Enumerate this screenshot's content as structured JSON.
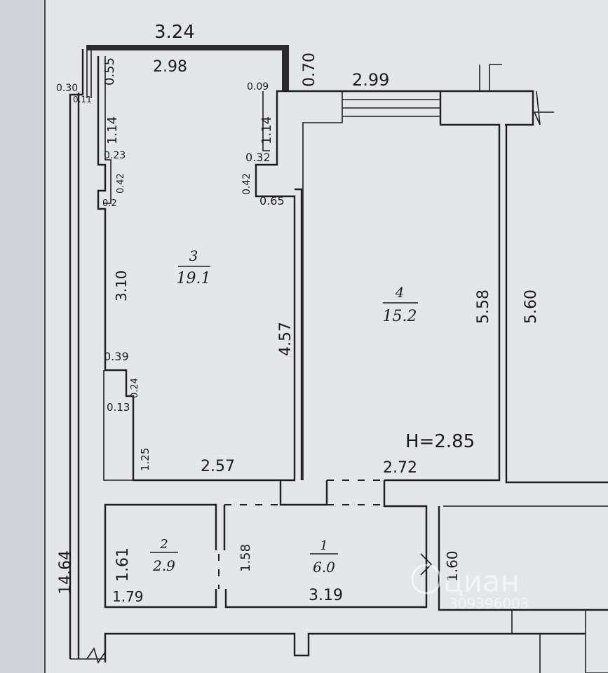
{
  "rooms": [
    {
      "number": "3",
      "area": "19.1"
    },
    {
      "number": "4",
      "area": "15.2"
    },
    {
      "number": "2",
      "area": "2.9"
    },
    {
      "number": "1",
      "area": "6.0"
    }
  ],
  "ceiling_height": "H=2.85",
  "dims": {
    "top_outer": "3.24",
    "top_inner": "2.98",
    "balcony_side": "0.70",
    "top_room4": "2.99",
    "d055": "0.55",
    "d030": "0.30",
    "d011": "0.11",
    "d009": "0.09",
    "d114_left": "1.14",
    "d114_right": "1.14",
    "d023": "0.23",
    "d032": "0.32",
    "d042_left": "0.42",
    "d042_right": "0.42",
    "d02": "0.2",
    "d065": "0.65",
    "d310": "3.10",
    "d457": "4.57",
    "d558": "5.58",
    "d560": "5.60",
    "d039": "0.39",
    "d024": "0.24",
    "d013": "0.13",
    "d125": "1.25",
    "d257": "2.57",
    "d272": "2.72",
    "d1464": "14.64",
    "d161": "1.61",
    "d179": "1.79",
    "d158": "1.58",
    "d319": "3.19",
    "d160": "1.60"
  },
  "watermark": {
    "brand": "циан",
    "id": "309396003"
  }
}
